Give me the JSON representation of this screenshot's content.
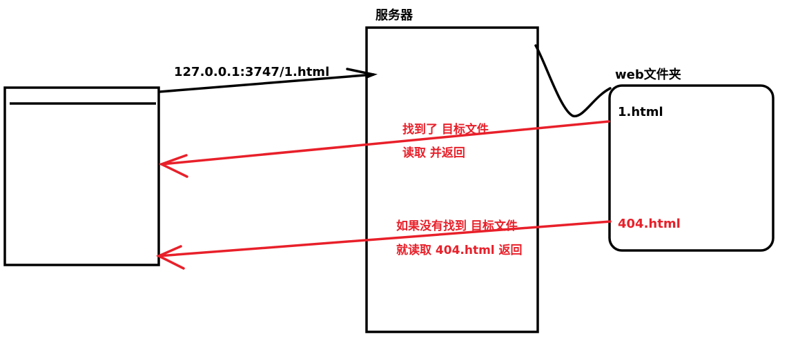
{
  "labels": {
    "server_title": "服务器",
    "request_url": "127.0.0.1:3747/1.html",
    "folder_title": "web文件夹",
    "file_1": "1.html",
    "file_404": "404.html",
    "found_line1": "找到了 目标文件",
    "found_line2": "读取 并返回",
    "notfound_line1": "如果没有找到 目标文件",
    "notfound_line2": "就读取 404.html 返回"
  },
  "colors": {
    "ink": "#000000",
    "accent": "#e8202a"
  }
}
